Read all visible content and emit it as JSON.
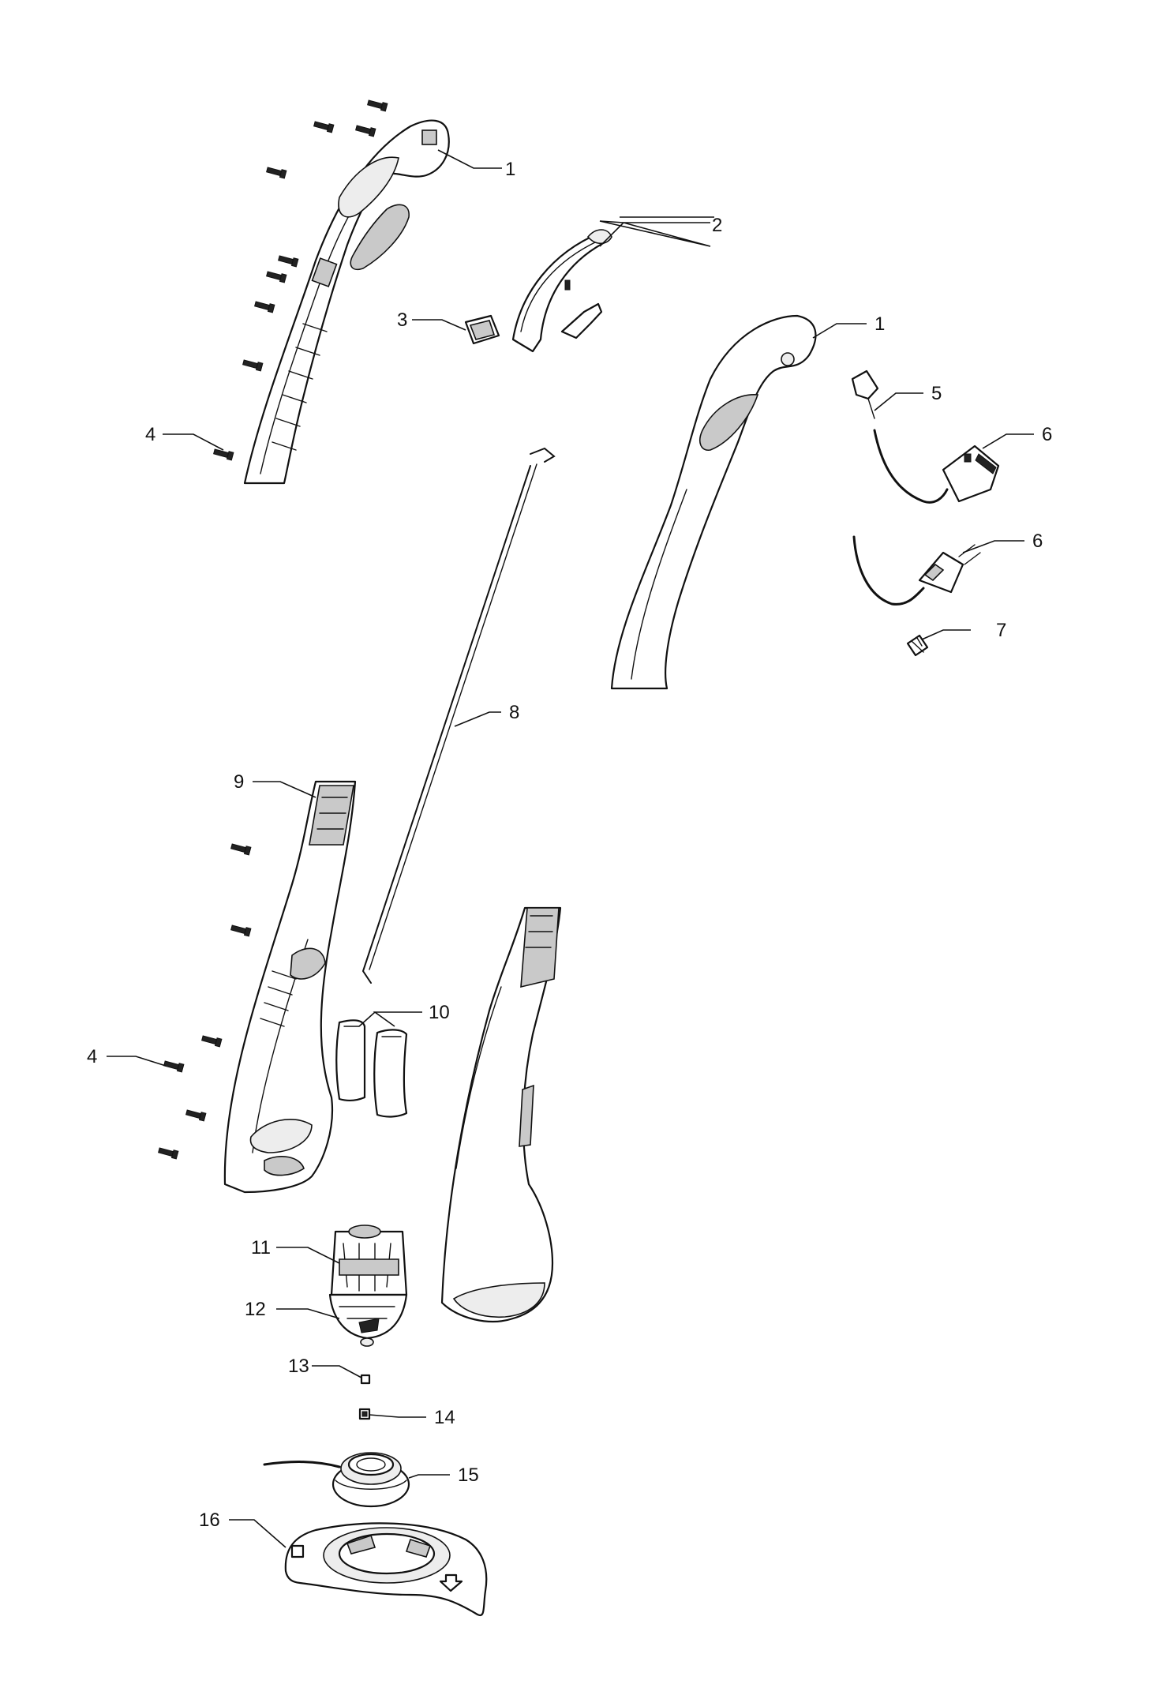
{
  "diagram": {
    "callouts": [
      {
        "id": "c1a",
        "label": "1"
      },
      {
        "id": "c2",
        "label": "2"
      },
      {
        "id": "c3",
        "label": "3"
      },
      {
        "id": "c4a",
        "label": "4"
      },
      {
        "id": "c1b",
        "label": "1"
      },
      {
        "id": "c5",
        "label": "5"
      },
      {
        "id": "c6a",
        "label": "6"
      },
      {
        "id": "c6b",
        "label": "6"
      },
      {
        "id": "c7",
        "label": "7"
      },
      {
        "id": "c8",
        "label": "8"
      },
      {
        "id": "c9",
        "label": "9"
      },
      {
        "id": "c10",
        "label": "10"
      },
      {
        "id": "c4b",
        "label": "4"
      },
      {
        "id": "c11",
        "label": "11"
      },
      {
        "id": "c12",
        "label": "12"
      },
      {
        "id": "c13",
        "label": "13"
      },
      {
        "id": "c14",
        "label": "14"
      },
      {
        "id": "c15",
        "label": "15"
      },
      {
        "id": "c16",
        "label": "16"
      }
    ]
  }
}
